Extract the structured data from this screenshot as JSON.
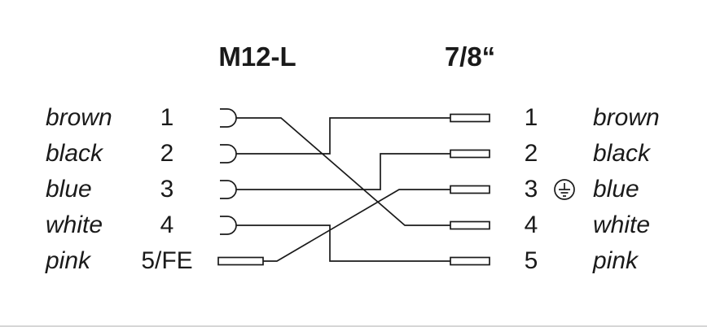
{
  "diagram": {
    "ink": "#1a1a1a",
    "left_title": "M12-L",
    "right_title": "7/8“",
    "left_pins": [
      {
        "color": "brown",
        "pin": "1"
      },
      {
        "color": "black",
        "pin": "2"
      },
      {
        "color": "blue",
        "pin": "3"
      },
      {
        "color": "white",
        "pin": "4"
      },
      {
        "color": "pink",
        "pin": "5/FE"
      }
    ],
    "right_pins": [
      {
        "pin": "1",
        "color": "brown",
        "ground": false
      },
      {
        "pin": "2",
        "color": "black",
        "ground": false
      },
      {
        "pin": "3",
        "color": "blue",
        "ground": true
      },
      {
        "pin": "4",
        "color": "white",
        "ground": false
      },
      {
        "pin": "5",
        "color": "pink",
        "ground": false
      }
    ],
    "connections": [
      {
        "from": "1",
        "to": "4"
      },
      {
        "from": "2",
        "to": "1"
      },
      {
        "from": "3",
        "to": "2"
      },
      {
        "from": "4",
        "to": "5"
      },
      {
        "from": "5/FE",
        "to": "3"
      }
    ]
  }
}
